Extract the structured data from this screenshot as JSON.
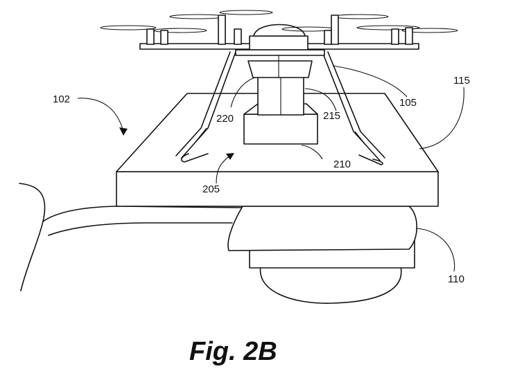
{
  "figure": {
    "caption": "Fig. 2B",
    "labels": {
      "ref_102": "102",
      "ref_105": "105",
      "ref_110": "110",
      "ref_115": "115",
      "ref_205": "205",
      "ref_210": "210",
      "ref_215": "215",
      "ref_220": "220"
    }
  }
}
